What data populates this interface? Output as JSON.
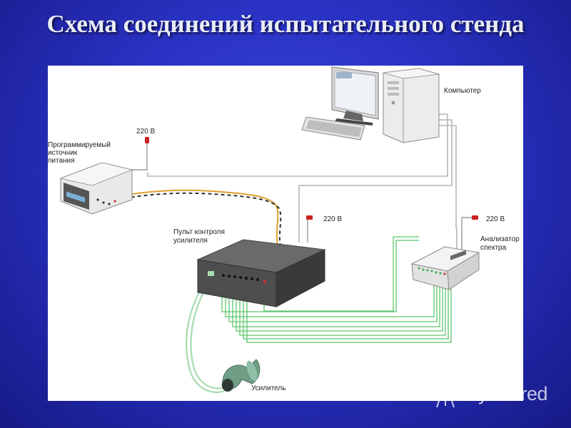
{
  "title": "Схема соединений испытательного стенда",
  "labels": {
    "computer": "Компьютер",
    "power_source": [
      "Программируемый",
      "источник",
      "питания"
    ],
    "voltage": "220 В",
    "control_panel": [
      "Пульт контроля",
      "усилителя"
    ],
    "analyzer": [
      "Анализатор",
      "спектра"
    ],
    "amplifier": "Усилитель"
  },
  "watermark": "MyShared",
  "colors": {
    "background": "#2a32c4",
    "cable_gray": "#b8b8b8",
    "cable_green": "#5cc56a",
    "plug_red": "#cc2222",
    "power_wire_orange": "#e0a030"
  }
}
